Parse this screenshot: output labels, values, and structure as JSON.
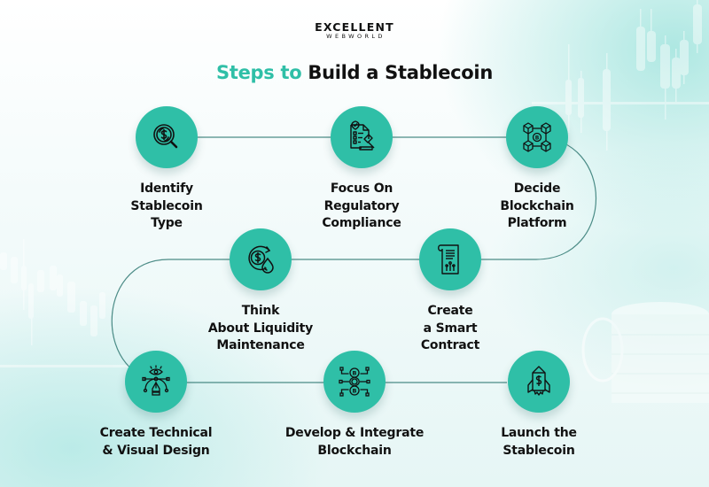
{
  "brand": {
    "logo_top": "EXCELLENT",
    "logo_bottom": "WEBWORLD"
  },
  "title": {
    "accent": "Steps to",
    "main": "Build a Stablecoin",
    "accent_color": "#2fbfa7"
  },
  "colors": {
    "circle": "#2fbfa7",
    "connector": "#3a7f7a",
    "text": "#111111"
  },
  "steps": [
    {
      "label": "Identify\nStablecoin\nType",
      "icon": "dollar-magnifier-icon"
    },
    {
      "label": "Focus On\nRegulatory\nCompliance",
      "icon": "compliance-document-gavel-icon"
    },
    {
      "label": "Decide\nBlockchain\nPlatform",
      "icon": "blockchain-cubes-icon"
    },
    {
      "label": "Create\na Smart\nContract",
      "icon": "smart-contract-scroll-icon"
    },
    {
      "label": "Think\nAbout Liquidity\nMaintenance",
      "icon": "liquidity-coin-drop-icon"
    },
    {
      "label": "Create Technical\n& Visual Design",
      "icon": "design-pen-tool-icon"
    },
    {
      "label": "Develop & Integrate\nBlockchain",
      "icon": "blockchain-integration-icon"
    },
    {
      "label": "Launch the\nStablecoin",
      "icon": "dollar-rocket-icon"
    }
  ]
}
